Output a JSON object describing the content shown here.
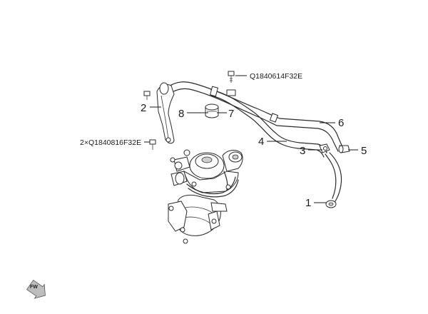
{
  "callouts": {
    "c1": "1",
    "c2": "2",
    "c3": "3",
    "c4": "4",
    "c5": "5",
    "c6": "6",
    "c7": "7",
    "c8": "8"
  },
  "part_numbers": {
    "top_bolt": "Q1840614F32E",
    "left_bolt": "2×Q1840816F32E"
  },
  "fwd_badge": "FW"
}
